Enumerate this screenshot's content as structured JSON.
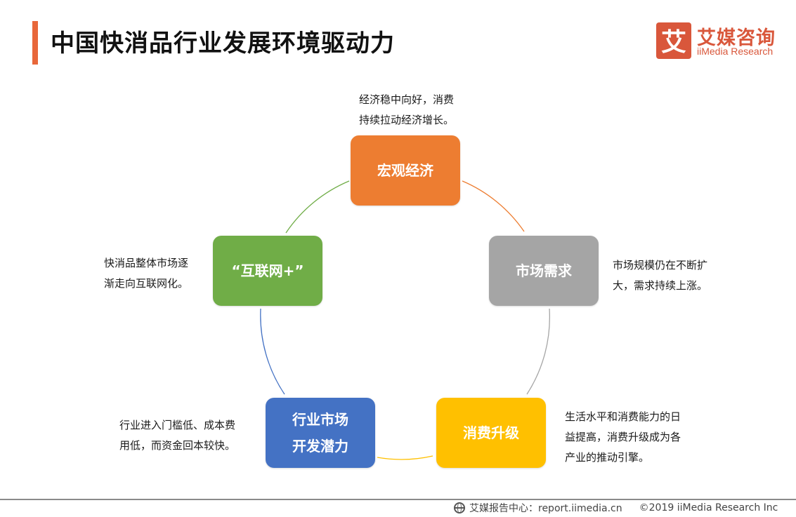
{
  "header": {
    "title": "中国快消品行业发展环境驱动力",
    "logo_cn": "艾媒咨询",
    "logo_en": "iiMedia Research",
    "logo_mark_char": "艾",
    "accent_color": "#e8673a"
  },
  "diagram": {
    "type": "cycle",
    "nodes": [
      {
        "id": "macro",
        "lines": [
          "宏观经济"
        ],
        "color": "#ed7d31",
        "note": [
          "经济稳中向好，消费",
          "持续拉动经济增长。"
        ]
      },
      {
        "id": "demand",
        "lines": [
          "市场需求"
        ],
        "color": "#a5a5a5",
        "note": [
          "市场规模仍在不断扩",
          "大，需求持续上涨。"
        ]
      },
      {
        "id": "upgrade",
        "lines": [
          "消费升级"
        ],
        "color": "#ffc000",
        "note": [
          "生活水平和消费能力的日",
          "益提高，消费升级成为各",
          "产业的推动引擎。"
        ]
      },
      {
        "id": "potential",
        "lines": [
          "行业市场",
          "开发潜力"
        ],
        "color": "#4472c4",
        "note": [
          "行业进入门槛低、成本费",
          "用低，而资金回本较快。"
        ]
      },
      {
        "id": "internet",
        "lines": [
          "“互联网+”"
        ],
        "color": "#70ad47",
        "note": [
          "快消品整体市场逐",
          "渐走向互联网化。"
        ]
      }
    ]
  },
  "footer": {
    "source": "艾媒报告中心：report.iimedia.cn",
    "copyright": "©2019  iiMedia Research  Inc",
    "icon": "globe-icon"
  }
}
